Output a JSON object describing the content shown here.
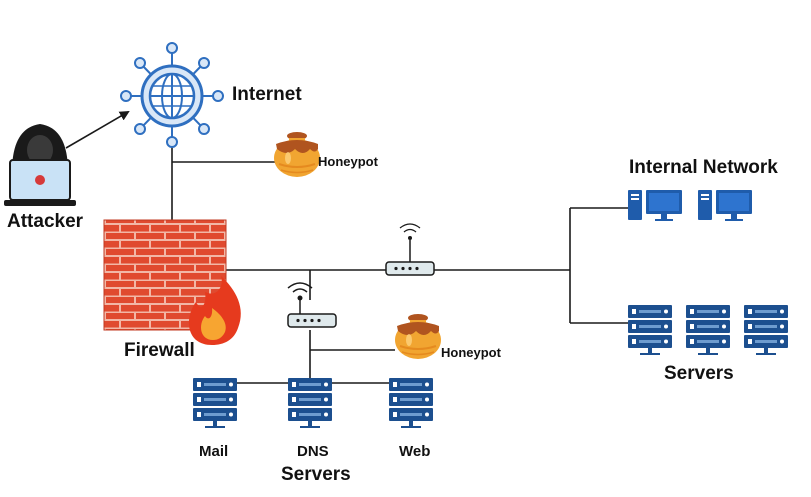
{
  "labels": {
    "attacker": "Attacker",
    "internet": "Internet",
    "honeypot_top": "Honeypot",
    "honeypot_bottom": "Honeypot",
    "firewall": "Firewall",
    "internal_network": "Internal Network",
    "servers_right": "Servers",
    "mail": "Mail",
    "dns": "DNS",
    "web": "Web",
    "servers_bottom": "Servers"
  },
  "colors": {
    "line": "#1a1a1a",
    "globe_blue": "#2f6fc0",
    "globe_light": "#d9e7f7",
    "brick": "#e04a2f",
    "mortar": "#f2b7a6",
    "flame_outer": "#e63a1e",
    "flame_inner": "#f7a531",
    "honey": "#f1a531",
    "honey_dark": "#b0541f",
    "server_blue": "#1c4f8f",
    "monitor_blue": "#1f5cab",
    "router_gray": "#dfe9ec",
    "laptop_blue": "#c9e2f6",
    "attacker_dark": "#1a1a1a"
  },
  "icons": [
    "hacker-icon",
    "globe-icon",
    "honeypot-icon",
    "firewall-icon",
    "flame-icon",
    "router-icon",
    "desktop-computer-icon",
    "server-rack-icon"
  ]
}
